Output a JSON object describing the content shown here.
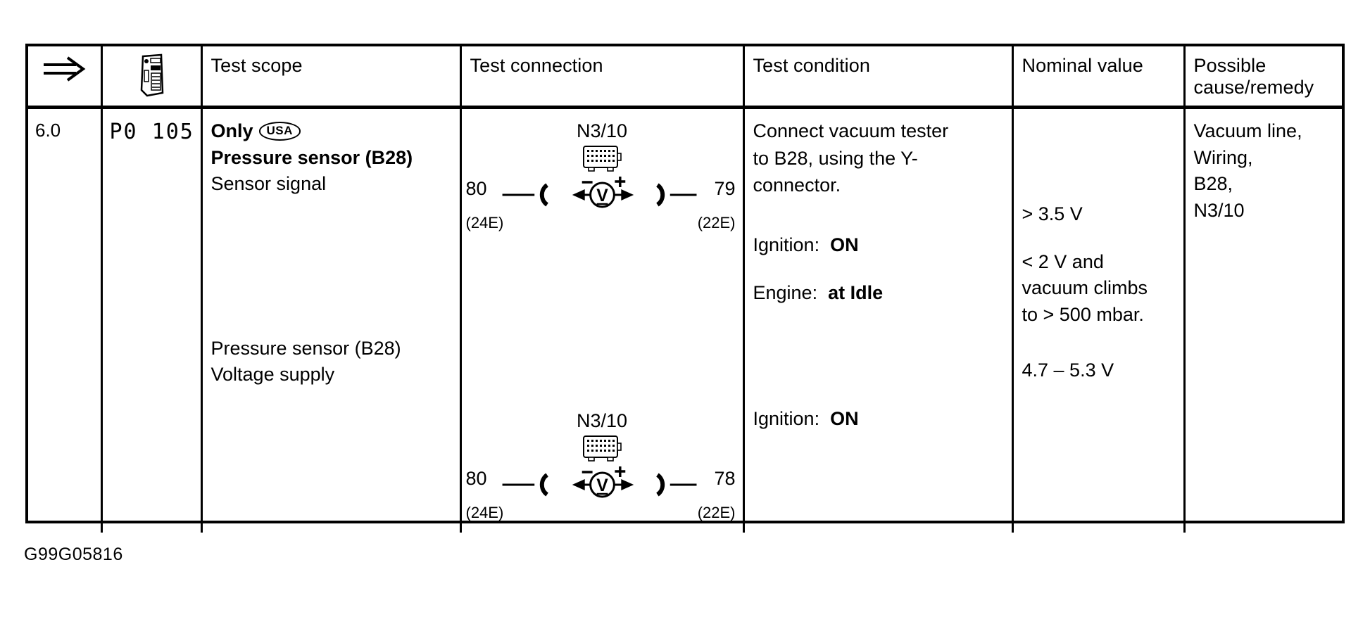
{
  "document": {
    "figure_id": "G99G05816"
  },
  "table": {
    "headers": {
      "arrow": "⇒",
      "arrow_icon": "double-arrow-right-icon",
      "tool_icon": "handheld-scan-tool-icon",
      "test_scope": "Test scope",
      "test_connection": "Test connection",
      "test_condition": "Test condition",
      "nominal_value": "Nominal value",
      "possible_cause": "Possible\ncause/remedy",
      "possible_cause_line1": "Possible",
      "possible_cause_line2": "cause/remedy"
    },
    "row": {
      "index": "6.0",
      "dtc_code": "P0 105",
      "scope": {
        "block1": {
          "only_label": "Only",
          "market_badge": "USA",
          "component": "Pressure sensor (B28)",
          "signal": "Sensor signal"
        },
        "block2": {
          "component": "Pressure sensor (B28)",
          "signal": "Voltage supply"
        }
      },
      "connection": {
        "diagram1": {
          "control_unit": "N3/10",
          "connector_icon": "multi-pin-connector-icon",
          "meter": "V",
          "meter_icon": "voltmeter-icon",
          "polarity_negative": "−",
          "polarity_positive": "+",
          "pin_left": "80",
          "pin_left_sub": "(24E)",
          "pin_right": "79",
          "pin_right_sub": "(22E)"
        },
        "diagram2": {
          "control_unit": "N3/10",
          "connector_icon": "multi-pin-connector-icon",
          "meter": "V",
          "meter_icon": "voltmeter-icon",
          "polarity_negative": "−",
          "polarity_positive": "+",
          "pin_left": "80",
          "pin_left_sub": "(24E)",
          "pin_right": "78",
          "pin_right_sub": "(22E)"
        }
      },
      "condition": {
        "instruction_line1": "Connect vacuum tester",
        "instruction_line2": "to B28, using the Y-",
        "instruction_line3": "connector.",
        "item1_label": "Ignition:",
        "item1_value": "ON",
        "item2_label": "Engine:",
        "item2_value": "at Idle",
        "item3_label": "Ignition:",
        "item3_value": "ON"
      },
      "nominal": {
        "value1": "> 3.5 V",
        "value2_line1": "< 2 V and",
        "value2_line2": "vacuum climbs",
        "value2_line3": "to > 500 mbar.",
        "value3": "4.7 – 5.3 V"
      },
      "cause": [
        "Vacuum line,",
        "Wiring,",
        "B28,",
        "N3/10"
      ]
    }
  },
  "colors": {
    "ink": "#000000",
    "paper": "#ffffff"
  }
}
